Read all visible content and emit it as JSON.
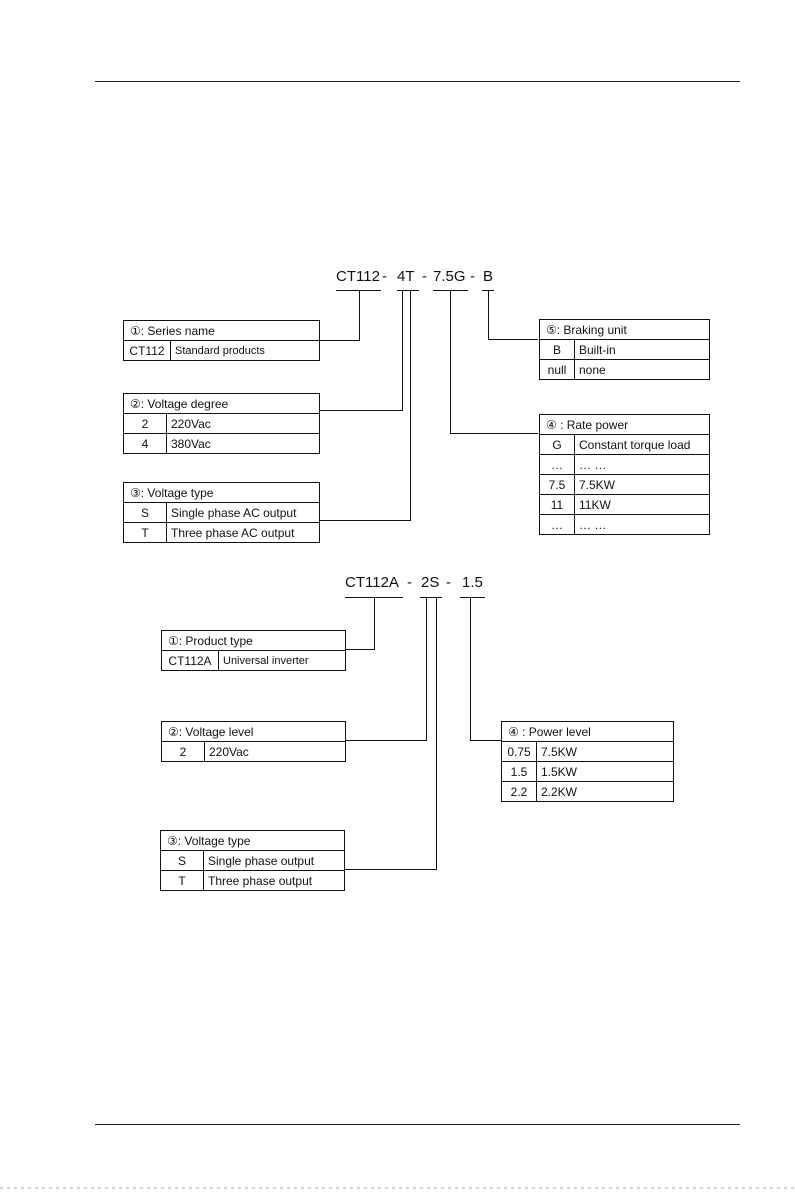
{
  "diagram_a": {
    "code_parts": [
      "CT112",
      "-",
      "4T",
      "-",
      "7.5G",
      "-",
      "B"
    ],
    "series": {
      "title": "①: Series name",
      "rows": [
        [
          "CT112",
          "Standard products"
        ]
      ]
    },
    "voltage_degree": {
      "title": "②: Voltage degree",
      "rows": [
        [
          "2",
          "220Vac"
        ],
        [
          "4",
          "380Vac"
        ]
      ]
    },
    "voltage_type": {
      "title": "③: Voltage type",
      "rows": [
        [
          "S",
          "Single phase AC output"
        ],
        [
          "T",
          "Three phase AC output"
        ]
      ]
    },
    "rate_power": {
      "title": "④ : Rate power",
      "rows": [
        [
          "G",
          "Constant torque load"
        ],
        [
          "…",
          "… …"
        ],
        [
          "7.5",
          "7.5KW"
        ],
        [
          "11",
          "11KW"
        ],
        [
          "…",
          "… …"
        ]
      ]
    },
    "braking": {
      "title": "⑤: Braking unit",
      "rows": [
        [
          "B",
          "Built-in"
        ],
        [
          "null",
          "none"
        ]
      ]
    }
  },
  "diagram_b": {
    "code_parts": [
      "CT112A",
      "-",
      "2S",
      "-",
      "1.5"
    ],
    "product_type": {
      "title": "①: Product type",
      "rows": [
        [
          "CT112A",
          "Universal inverter"
        ]
      ]
    },
    "voltage_level": {
      "title": "②: Voltage level",
      "rows": [
        [
          "2",
          "220Vac"
        ]
      ]
    },
    "voltage_type": {
      "title": "③: Voltage type",
      "rows": [
        [
          "S",
          "Single phase output"
        ],
        [
          "T",
          "Three phase output"
        ]
      ]
    },
    "power_level": {
      "title": "④ : Power level",
      "rows": [
        [
          "0.75",
          "7.5KW"
        ],
        [
          "1.5",
          "1.5KW"
        ],
        [
          "2.2",
          "2.2KW"
        ]
      ]
    }
  }
}
